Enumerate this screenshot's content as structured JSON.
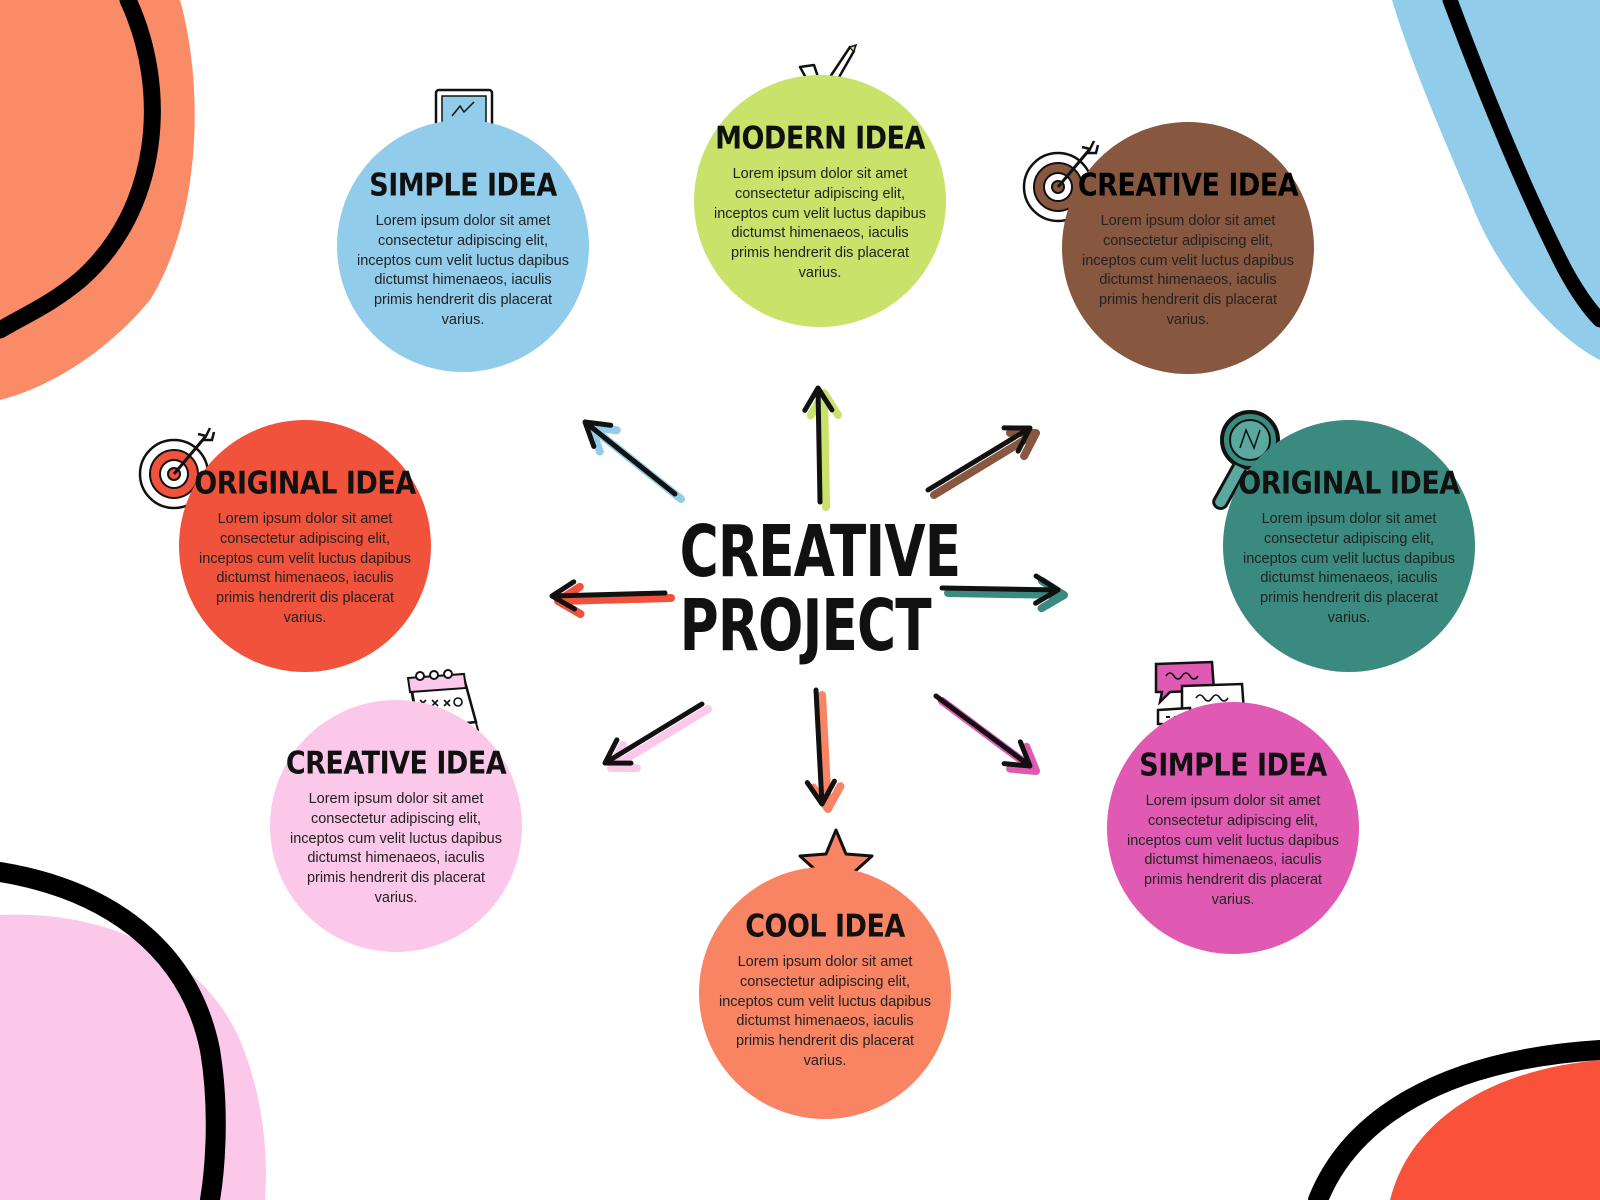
{
  "center": {
    "line1": "CREATIVE",
    "line2": "PROJECT"
  },
  "ideas": [
    {
      "title": "SIMPLE IDEA",
      "body": "Lorem ipsum dolor sit amet consectetur adipiscing elit, inceptos cum velit luctus dapibus dictumst himenaeos, iaculis primis hendrerit dis placerat varius.",
      "color": "#92cceb",
      "icon": "computer-icon"
    },
    {
      "title": "MODERN IDEA",
      "body": "Lorem ipsum dolor sit amet consectetur adipiscing elit, inceptos cum velit luctus dapibus dictumst himenaeos, iaculis primis hendrerit dis placerat varius.",
      "color": "#c9e26a",
      "icon": "checkmark-icon"
    },
    {
      "title": "CREATIVE IDEA",
      "body": "Lorem ipsum dolor sit amet consectetur adipiscing elit, inceptos cum velit luctus dapibus dictumst himenaeos, iaculis primis hendrerit dis placerat varius.",
      "color": "#875740",
      "icon": "target-icon"
    },
    {
      "title": "ORIGINAL IDEA",
      "body": "Lorem ipsum dolor sit amet consectetur adipiscing elit, inceptos cum velit luctus dapibus dictumst himenaeos, iaculis primis hendrerit dis placerat varius.",
      "color": "#f0523b",
      "icon": "target-icon"
    },
    {
      "title": "ORIGINAL IDEA",
      "body": "Lorem ipsum dolor sit amet consectetur adipiscing elit, inceptos cum velit luctus dapibus dictumst himenaeos, iaculis primis hendrerit dis placerat varius.",
      "color": "#3b8a80",
      "icon": "magnifier-icon"
    },
    {
      "title": "CREATIVE IDEA",
      "body": "Lorem ipsum dolor sit amet consectetur adipiscing elit, inceptos cum velit luctus dapibus dictumst himenaeos, iaculis primis hendrerit dis placerat varius.",
      "color": "#fcc8e9",
      "icon": "calendar-icon"
    },
    {
      "title": "SIMPLE IDEA",
      "body": "Lorem ipsum dolor sit amet consectetur adipiscing elit, inceptos cum velit luctus dapibus dictumst himenaeos, iaculis primis hendrerit dis placerat varius.",
      "color": "#e05ab3",
      "icon": "chat-bubbles-icon"
    },
    {
      "title": "COOL IDEA",
      "body": "Lorem ipsum dolor sit amet consectetur adipiscing elit, inceptos cum velit luctus dapibus dictumst himenaeos, iaculis primis hendrerit dis placerat varius.",
      "color": "#f88463",
      "icon": "star-icon"
    }
  ],
  "arrows": [
    {
      "name": "arrow-to-simple-idea",
      "accent": "#92cceb"
    },
    {
      "name": "arrow-to-modern-idea",
      "accent": "#c9e26a"
    },
    {
      "name": "arrow-to-creative-idea-brown",
      "accent": "#875740"
    },
    {
      "name": "arrow-to-original-idea-red",
      "accent": "#f0523b"
    },
    {
      "name": "arrow-to-original-idea-teal",
      "accent": "#3b8a80"
    },
    {
      "name": "arrow-to-creative-idea-pink",
      "accent": "#fcc8e9"
    },
    {
      "name": "arrow-to-cool-idea",
      "accent": "#f88463"
    },
    {
      "name": "arrow-to-simple-idea-magenta",
      "accent": "#e05ab3"
    }
  ],
  "decor": {
    "orange": "#f98c67",
    "blue": "#92cceb",
    "pink": "#fcc8e9",
    "red": "#f9523a"
  }
}
